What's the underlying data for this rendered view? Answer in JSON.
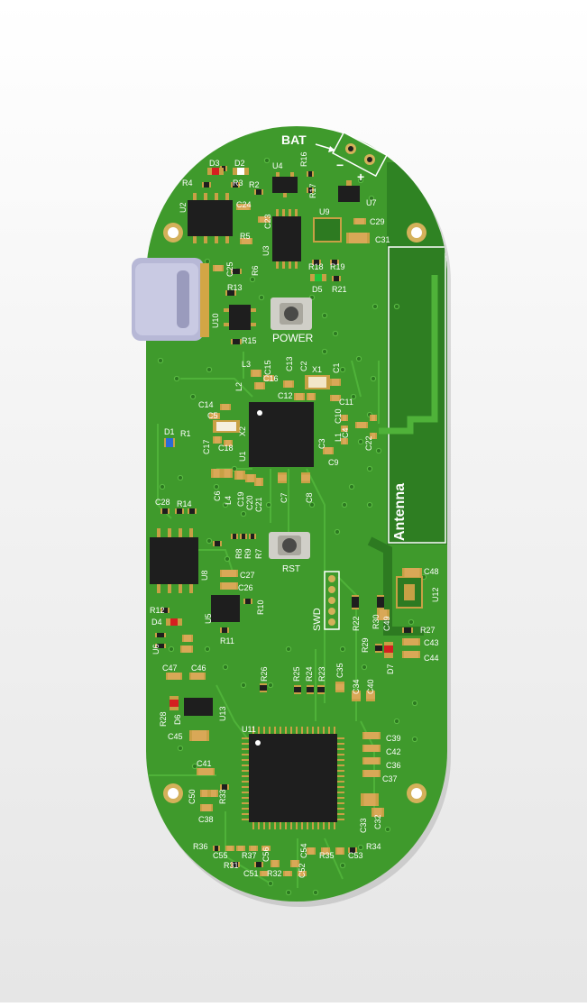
{
  "board": {
    "colors": {
      "solder_mask": "#3f9a2c",
      "trace": "#4dae36",
      "silkscreen": "#ffffff",
      "copper_pad": "#c8a045",
      "ic_body": "#1e1e1e",
      "usb_shell": "#b7b8d6",
      "led_red": "#d42020",
      "led_green": "#22c43a",
      "led_blue": "#2a6bd8"
    }
  },
  "silkscreen": {
    "bat": "BAT",
    "minus": "−",
    "plus": "+",
    "antenna": "Antenna",
    "power": "POWER",
    "rst": "RST",
    "swd": "SWD"
  },
  "designators": {
    "D3": "D3",
    "D2": "D2",
    "U4": "U4",
    "R16": "R16",
    "R17": "R17",
    "U7": "U7",
    "R4": "R4",
    "R3": "R3",
    "R2": "R2",
    "U2": "U2",
    "C24": "C24",
    "C23": "C23",
    "U9": "U9",
    "C29": "C29",
    "C31": "C31",
    "R5": "R5",
    "U3": "U3",
    "C25": "C25",
    "R6": "R6",
    "R18": "R18",
    "R19": "R19",
    "D5": "D5",
    "R21": "R21",
    "R13": "R13",
    "U10": "U10",
    "R15": "R15",
    "L3": "L3",
    "C15": "C15",
    "C16": "C16",
    "C13": "C13",
    "C2": "C2",
    "X1": "X1",
    "C1": "C1",
    "L2": "L2",
    "C12": "C12",
    "C11": "C11",
    "C14": "C14",
    "C5": "C5",
    "X2": "X2",
    "C10": "C10",
    "C4": "C4",
    "C3": "C3",
    "L1": "L1",
    "C22": "C22",
    "C9": "C9",
    "C17": "C17",
    "C18": "C18",
    "U1": "U1",
    "D1": "D1",
    "R1": "R1",
    "C6": "C6",
    "L4": "L4",
    "C19": "C19",
    "C20": "C20",
    "C21": "C21",
    "C7": "C7",
    "C8": "C8",
    "C28": "C28",
    "R14": "R14",
    "U8": "U8",
    "R8": "R8",
    "R9": "R9",
    "R7": "R7",
    "C27": "C27",
    "C26": "C26",
    "R10": "R10",
    "U5": "U5",
    "R12": "R12",
    "D4": "D4",
    "R11": "R11",
    "U6": "U6",
    "C48": "C48",
    "U12": "U12",
    "R22": "R22",
    "R30": "R30",
    "C49": "C49",
    "R27": "R27",
    "R29": "R29",
    "D7": "D7",
    "C43": "C43",
    "C44": "C44",
    "C47": "C47",
    "C46": "C46",
    "R26": "R26",
    "R25": "R25",
    "R24": "R24",
    "R23": "R23",
    "C35": "C35",
    "C34": "C34",
    "C40": "C40",
    "R28": "R28",
    "D6": "D6",
    "U13": "U13",
    "C45": "C45",
    "U11": "U11",
    "C39": "C39",
    "C42": "C42",
    "C36": "C36",
    "C37": "C37",
    "C41": "C41",
    "C50": "C50",
    "R33": "R33",
    "C38": "C38",
    "C33": "C33",
    "C32": "C32",
    "R36": "R36",
    "C55": "C55",
    "R37": "R37",
    "C56": "C56",
    "C54": "C54",
    "R35": "R35",
    "C53": "C53",
    "R34": "R34",
    "R31": "R31",
    "C51": "C51",
    "R32": "R32",
    "C52": "C52"
  }
}
